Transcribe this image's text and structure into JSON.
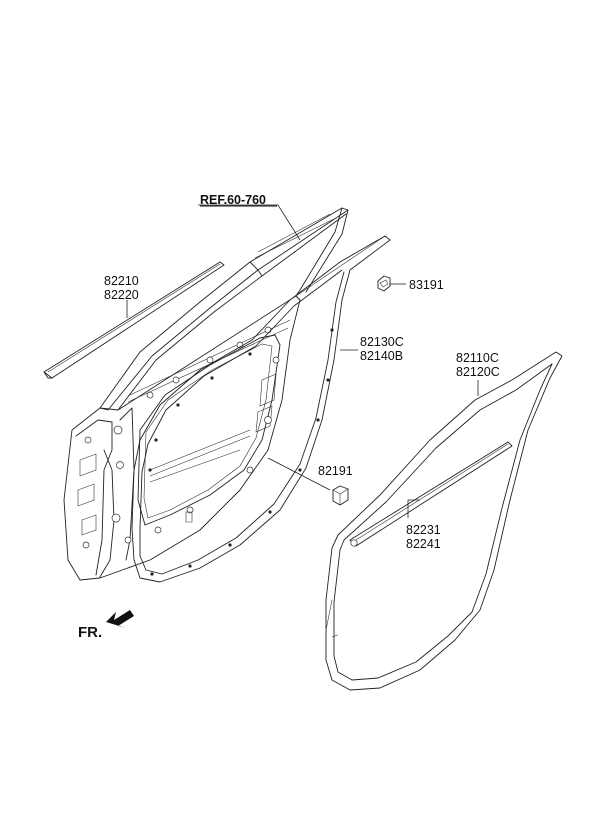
{
  "labels": {
    "ref": "REF.60-760",
    "p82210": "82210",
    "p82220": "82220",
    "p83191": "83191",
    "p82130c": "82130C",
    "p82140b": "82140B",
    "p82110c": "82110C",
    "p82120c": "82120C",
    "p82191": "82191",
    "p82231": "82231",
    "p82241": "82241",
    "fr": "FR."
  }
}
